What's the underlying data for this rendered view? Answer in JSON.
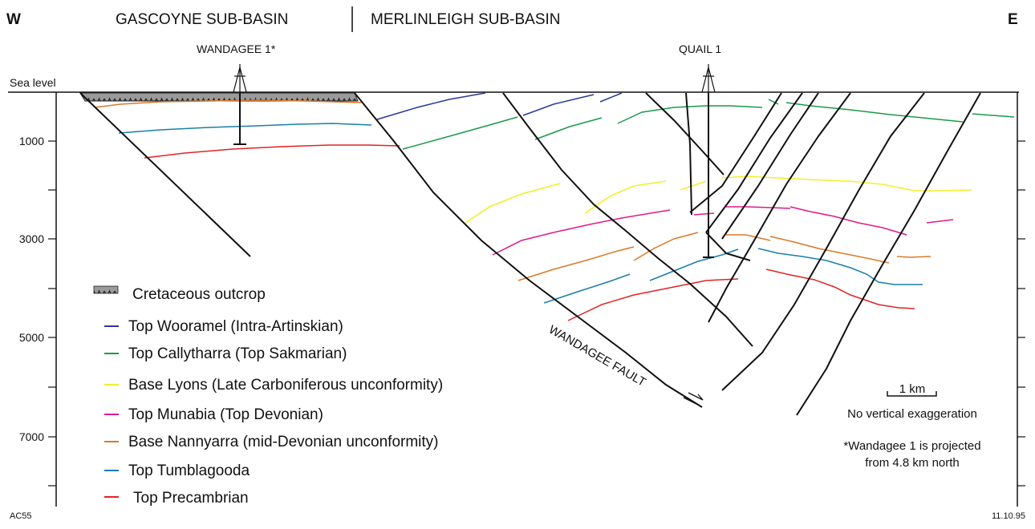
{
  "header": {
    "west": "W",
    "east": "E",
    "basin_left": "GASCOYNE SUB-BASIN",
    "basin_right": "MERLINLEIGH SUB-BASIN"
  },
  "wells": {
    "wandagee": "WANDAGEE 1*",
    "quail": "QUAIL 1"
  },
  "axis": {
    "sea_level": "Sea level",
    "depth_ticks": [
      "1000",
      "3000",
      "5000",
      "7000"
    ]
  },
  "fault_label": "WANDAGEE FAULT",
  "legend": {
    "items": [
      {
        "label": "Cretaceous outcrop",
        "color": "#777777",
        "kind": "hatch"
      },
      {
        "label": "Top Wooramel (Intra-Artinskian)",
        "color": "#2b3a96",
        "kind": "line"
      },
      {
        "label": "Top Callytharra (Top Sakmarian)",
        "color": "#1a9a4a",
        "kind": "line"
      },
      {
        "label": "Base Lyons (Late Carboniferous unconformity)",
        "color": "#f2ef2a",
        "kind": "line"
      },
      {
        "label": "Top Munabia (Top Devonian)",
        "color": "#e0198a",
        "kind": "line"
      },
      {
        "label": "Base Nannyarra (mid-Devonian unconformity)",
        "color": "#d9792a",
        "kind": "line"
      },
      {
        "label": "Top Tumblagooda",
        "color": "#1a7fa8",
        "kind": "line"
      },
      {
        "label": "Top Precambrian",
        "color": "#e02424",
        "kind": "line"
      }
    ]
  },
  "scale": {
    "bar_label": "1 km",
    "note": "No vertical exaggeration"
  },
  "footnote": {
    "line1": "*Wandagee 1 is projected",
    "line2": "from 4.8 km north"
  },
  "corner": {
    "left": "AC55",
    "right": "11.10.95"
  }
}
